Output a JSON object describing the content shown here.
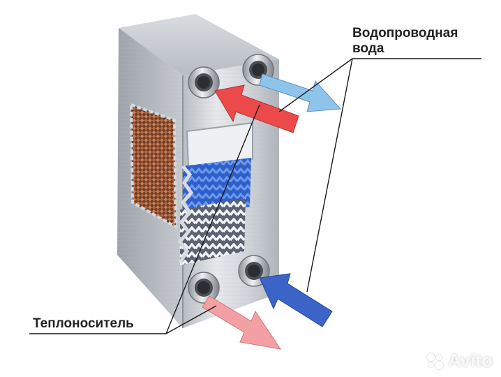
{
  "labels": {
    "tap_water_line1": "Водопроводная",
    "tap_water_line2": "вода",
    "coolant": "Теплоноситель"
  },
  "watermark": {
    "text": "Avito"
  },
  "colors": {
    "hot_arrow": "#ec4a4a",
    "hot_arrow_light": "#f3a0a4",
    "cold_arrow": "#3c63c8",
    "cold_arrow_light": "#8fc4ea",
    "steel": "#c8ccd1",
    "plate_blue": "#3f6fd6",
    "plate_white": "#e9ecf4",
    "copper": "#c8744a"
  },
  "icons": [
    "pipe-fitting-icon",
    "flow-arrow-icon",
    "avito-logo-icon"
  ]
}
